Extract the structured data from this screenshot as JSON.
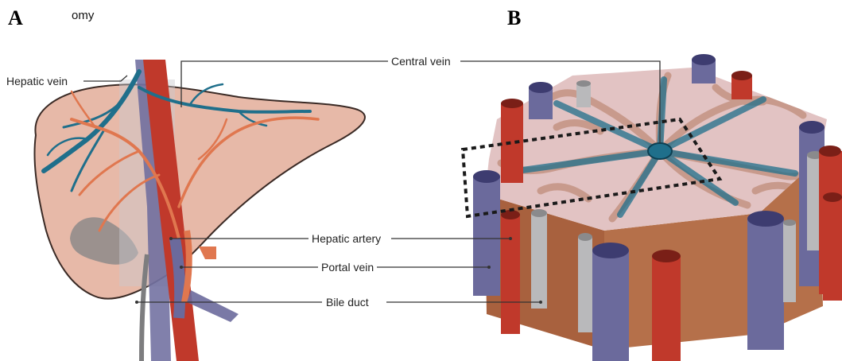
{
  "panels": {
    "a": {
      "letter": "A",
      "subtitle": "omy"
    },
    "b": {
      "letter": "B",
      "subtitle": ""
    }
  },
  "labels": {
    "hepatic_vein": "Hepatic vein",
    "central_vein": "Central vein",
    "hepatic_artery": "Hepatic artery",
    "portal_vein": "Portal vein",
    "bile_duct": "Bile duct"
  },
  "colors": {
    "liver_tissue": "#e7b9a8",
    "liver_outline": "#3a2a25",
    "hepatic_vein_blue": "#1f6f8b",
    "artery_red": "#c0392b",
    "portal_vein_purple": "#6b6a9c",
    "bile_duct_gray": "#b9b9bb",
    "lobule_block": "#a8613e",
    "leader_line": "#333333"
  }
}
